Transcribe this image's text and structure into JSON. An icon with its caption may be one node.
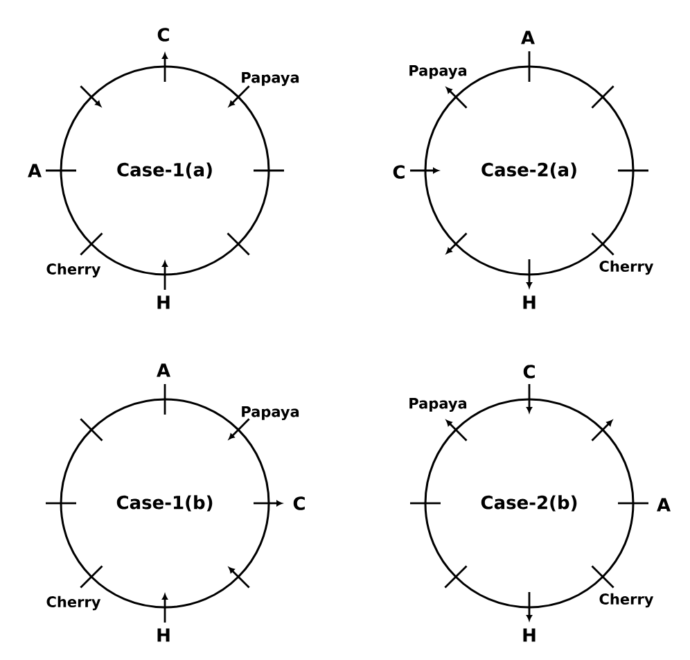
{
  "diagram": {
    "nodes": [
      {
        "text": [
          "Case-1(a)"
        ],
        "beside": [
          "C",
          "Papaya",
          "A",
          "Cherry",
          "H"
        ]
      },
      {
        "text": [
          "Case-2(a)"
        ],
        "beside": [
          "A",
          "Papaya",
          "C",
          "Cherry",
          "H"
        ]
      },
      {
        "text": [
          "Case-1(b)"
        ],
        "beside": [
          "A",
          "Papaya",
          "C",
          "Cherry",
          "H"
        ]
      },
      {
        "text": [
          "Case-2(b)"
        ],
        "beside": [
          "C",
          "Papaya",
          "A",
          "Cherry",
          "H"
        ]
      }
    ]
  }
}
